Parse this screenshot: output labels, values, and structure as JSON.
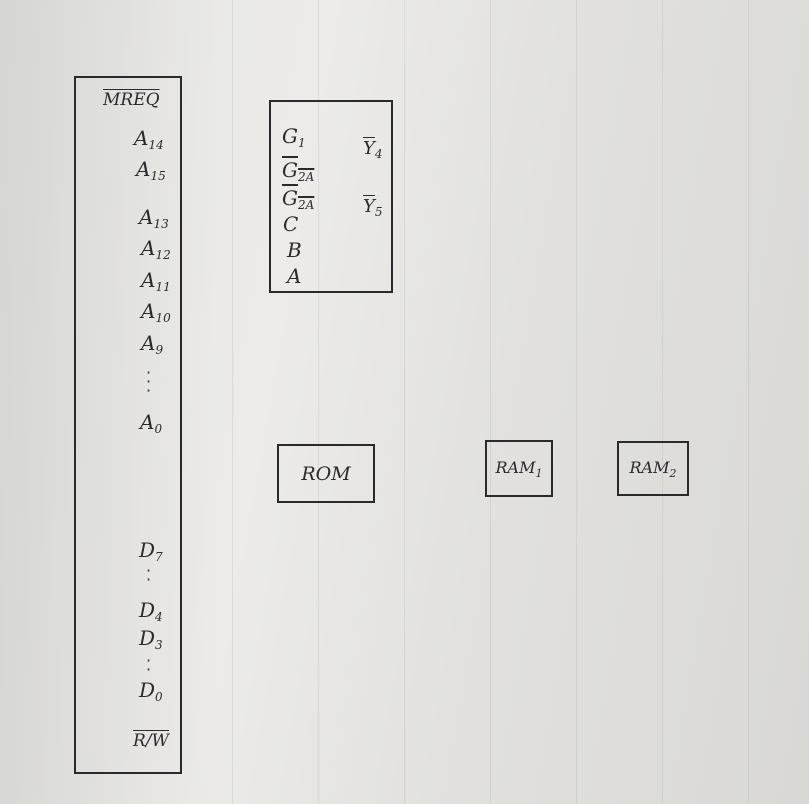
{
  "cpu": {
    "mreq": "MREQ",
    "address_pins": [
      {
        "name": "A",
        "sub": "14"
      },
      {
        "name": "A",
        "sub": "15"
      },
      {
        "name": "A",
        "sub": "13"
      },
      {
        "name": "A",
        "sub": "12"
      },
      {
        "name": "A",
        "sub": "11"
      },
      {
        "name": "A",
        "sub": "10"
      },
      {
        "name": "A",
        "sub": "9"
      },
      {
        "name": "A",
        "sub": "0"
      }
    ],
    "data_pins": [
      {
        "name": "D",
        "sub": "7"
      },
      {
        "name": "D",
        "sub": "4"
      },
      {
        "name": "D",
        "sub": "3"
      },
      {
        "name": "D",
        "sub": "0"
      }
    ],
    "rw": "R/W"
  },
  "decoder": {
    "inputs": [
      {
        "name": "G",
        "sub": "1"
      },
      {
        "name": "G",
        "sub": "2A"
      },
      {
        "name": "G",
        "sub": "2A"
      },
      {
        "name": "C",
        "sub": ""
      },
      {
        "name": "B",
        "sub": ""
      },
      {
        "name": "A",
        "sub": ""
      }
    ],
    "outputs": [
      {
        "name": "Y",
        "sub": "4"
      },
      {
        "name": "Y",
        "sub": "5"
      }
    ]
  },
  "chips": {
    "rom": "ROM",
    "ram1": {
      "name": "RAM",
      "sub": "1"
    },
    "ram2": {
      "name": "RAM",
      "sub": "2"
    }
  }
}
